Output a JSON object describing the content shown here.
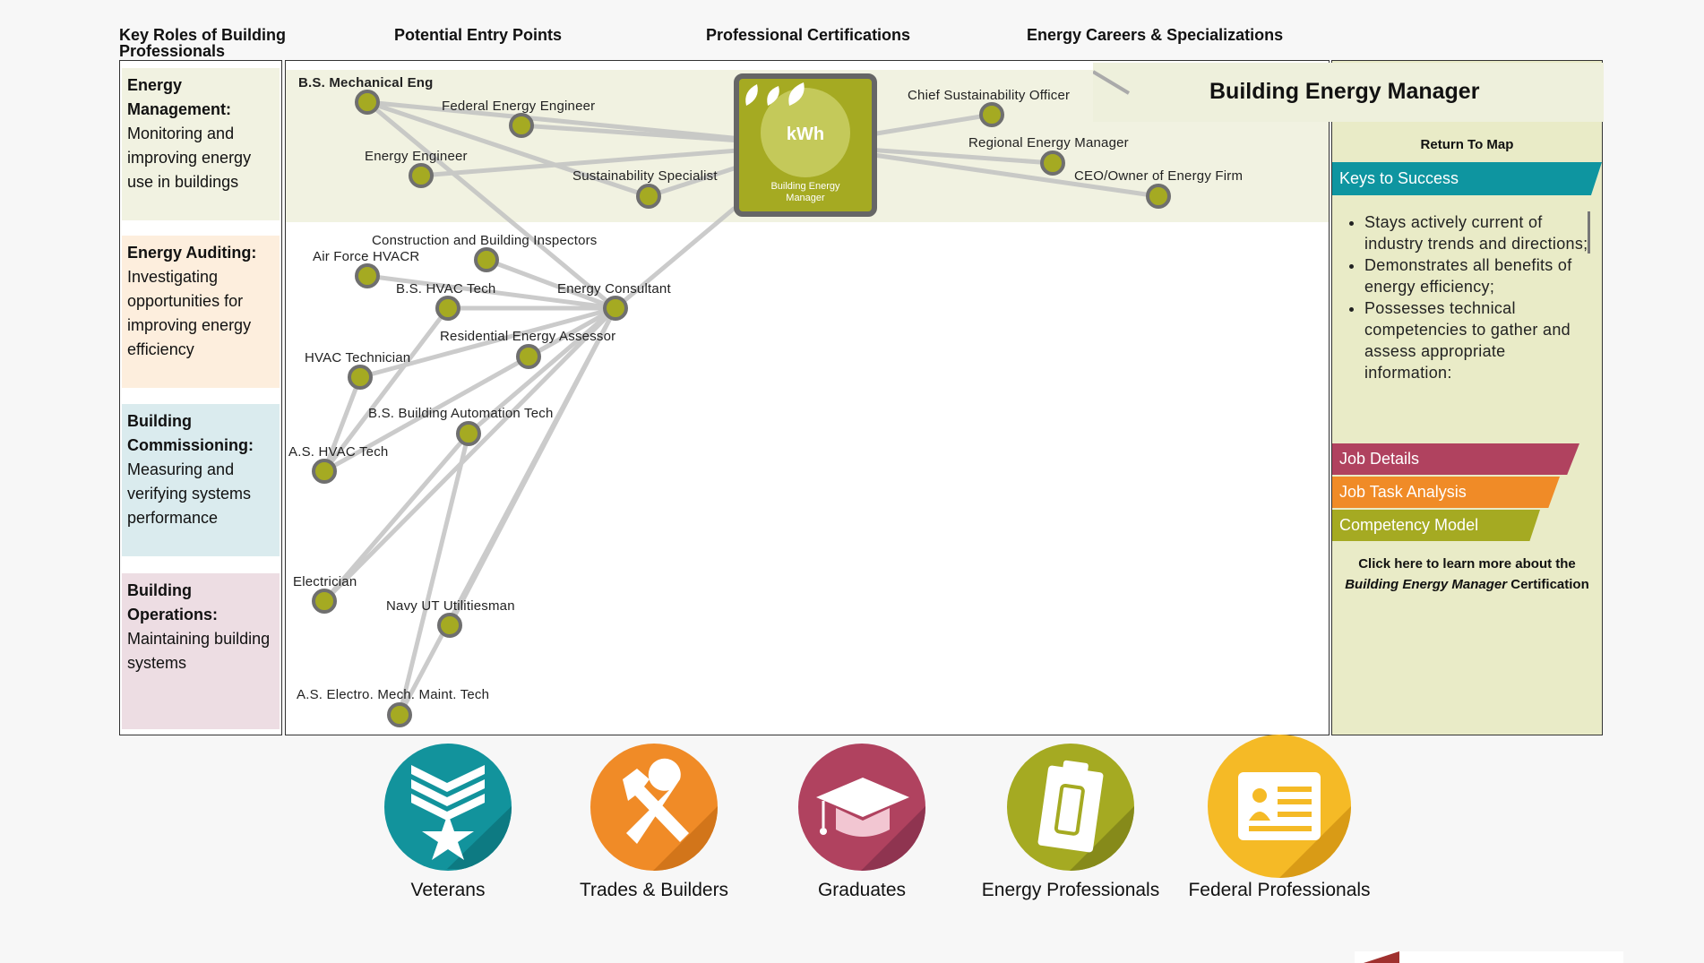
{
  "headers": {
    "roles": "Key Roles of Building Professionals",
    "entry": "Potential Entry Points",
    "certs": "Professional Certifications",
    "careers": "Energy Careers & Specializations"
  },
  "roles": [
    {
      "title": "Energy Management:",
      "desc": "Monitoring and improving energy use in buildings",
      "color": "#f1f2e1"
    },
    {
      "title": "Energy Auditing:",
      "desc": "Investigating opportunities for improving energy efficiency",
      "color": "#fdeedd"
    },
    {
      "title": "Building Commissioning:",
      "desc": "Measuring and verifying systems performance",
      "color": "#daebee"
    },
    {
      "title": "Building Operations:",
      "desc": "Maintaining building systems",
      "color": "#eddde3"
    }
  ],
  "map": {
    "nodes": {
      "bsme": "B.S. Mechanical Eng",
      "fee": "Federal Energy Engineer",
      "ee": "Energy Engineer",
      "ss": "Sustainability Specialist",
      "cso": "Chief Sustainability Officer",
      "rem": "Regional Energy Manager",
      "ceo": "CEO/Owner of Energy Firm",
      "cbi": "Construction and Building Inspectors",
      "afh": "Air Force HVACR",
      "bsht": "B.S. HVAC Tech",
      "ec": "Energy Consultant",
      "rea": "Residential Energy Assessor",
      "hvt": "HVAC Technician",
      "bsba": "B.S. Building Automation Tech",
      "asht": "A.S. HVAC Tech",
      "elec": "Electrician",
      "navy": "Navy UT Utilitiesman",
      "asem": "A.S. Electro. Mech. Maint. Tech"
    },
    "certification": {
      "badge": "kWh",
      "caption": "Building Energy Manager"
    }
  },
  "sidebar": {
    "title": "Building Energy Manager",
    "return_label": "Return To Map",
    "keys_label": "Keys to Success",
    "bullets": [
      "Stays actively current of industry trends and directions;",
      "Demonstrates all benefits of energy efficiency;",
      "Possesses technical competencies to gather and assess appropriate information:"
    ],
    "tabs": [
      {
        "label": "Job Details",
        "color": "#b0425f"
      },
      {
        "label": "Job Task Analysis",
        "color": "#f08b27"
      },
      {
        "label": "Competency Model",
        "color": "#a5aa22"
      }
    ],
    "learn_line1": "Click here to learn more about the",
    "learn_em": "Building Energy Manager",
    "learn_rest": " Certification"
  },
  "audiences": [
    {
      "label": "Veterans",
      "color": "#12939c",
      "icon": "chevron-star-icon"
    },
    {
      "label": "Trades & Builders",
      "color": "#f08b27",
      "icon": "wrench-hammer-icon"
    },
    {
      "label": "Graduates",
      "color": "#b0425f",
      "icon": "graduation-cap-icon"
    },
    {
      "label": "Energy Professionals",
      "color": "#a5aa22",
      "icon": "clipboard-icon"
    },
    {
      "label": "Federal Professionals",
      "color": "#f5ba26",
      "icon": "id-card-icon"
    }
  ]
}
